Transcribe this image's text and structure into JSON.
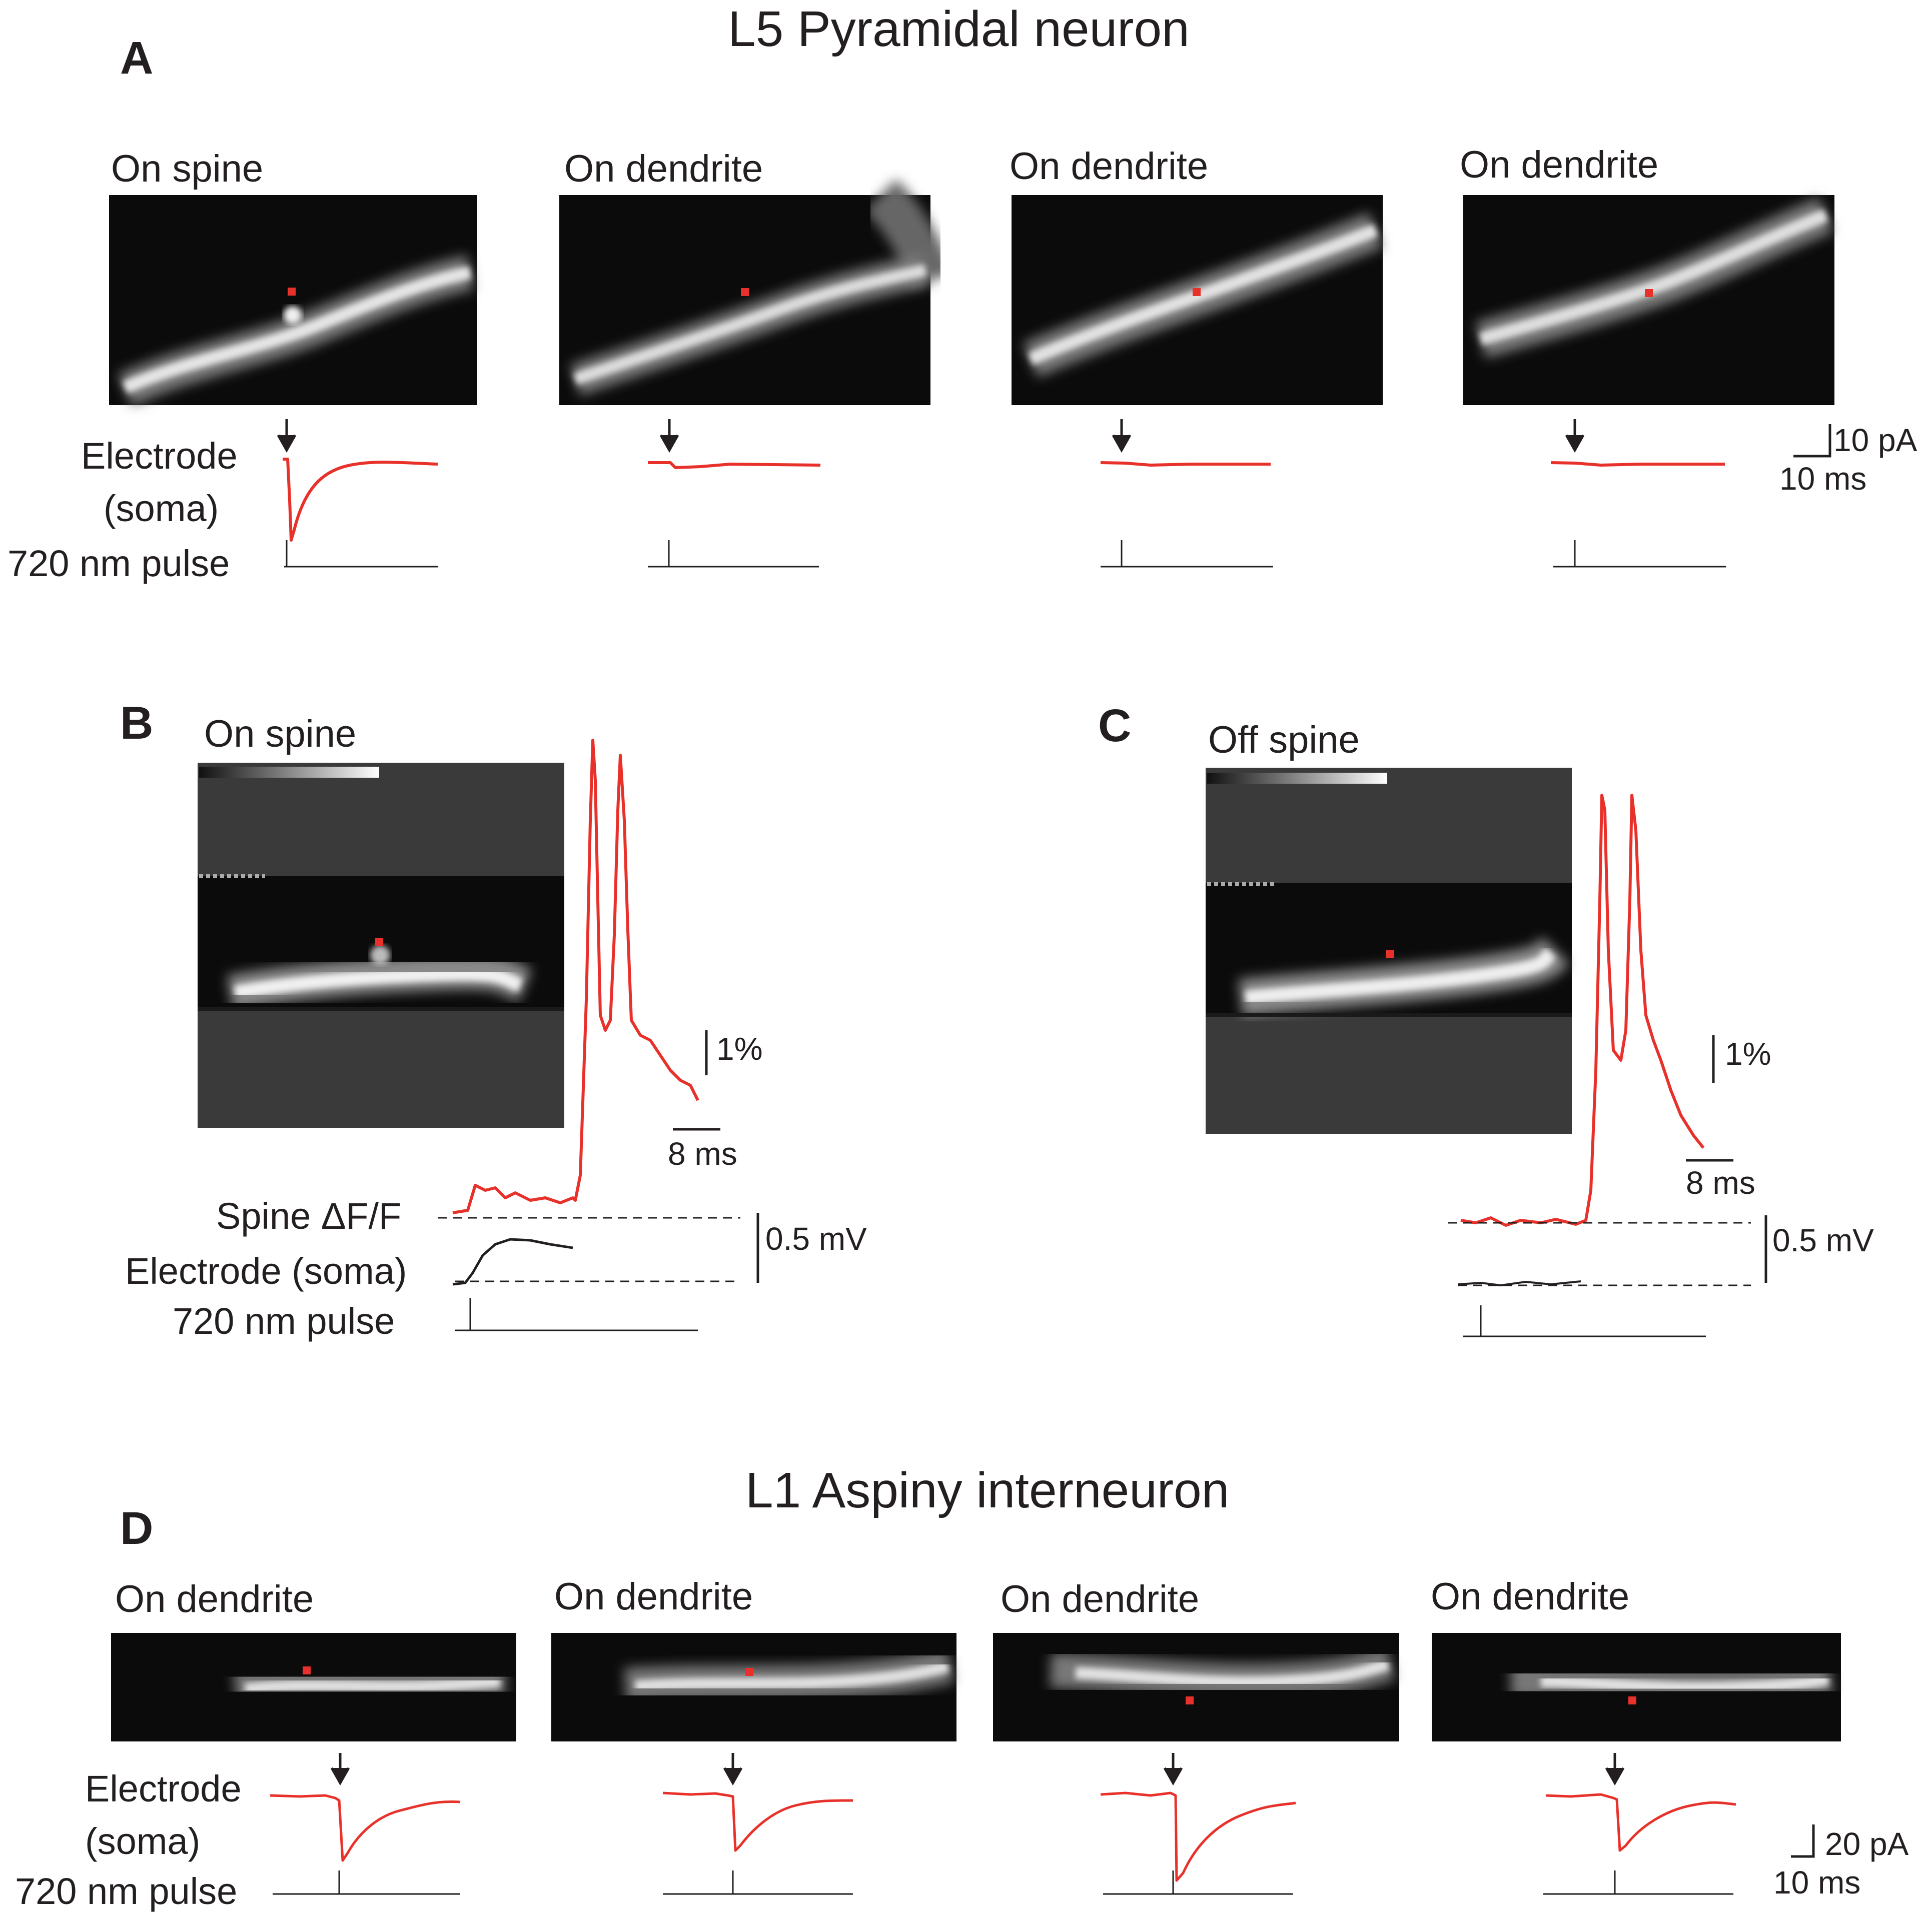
{
  "figure": {
    "title_top": "L5 Pyramidal neuron",
    "title_bottom": "L1 Aspiny interneuron",
    "trace_color": "#e8312a",
    "electrode_color_B": "#231f20",
    "marker_color": "#e8312a"
  },
  "panelA": {
    "letter": "A",
    "captions": [
      "On spine",
      "On dendrite",
      "On dendrite",
      "On dendrite"
    ],
    "labels": {
      "electrode": "Electrode",
      "soma": "(soma)",
      "pulse": "720 nm pulse"
    },
    "scale": {
      "current": "10 pA",
      "time": "10 ms"
    }
  },
  "panelB": {
    "letter": "B",
    "caption": "On spine",
    "labels": {
      "spine": "Spine  ΔF/F",
      "electrode": "Electrode (soma)",
      "pulse": "720 nm pulse"
    },
    "scale": {
      "fluor": "1%",
      "time": "8 ms",
      "voltage": "0.5 mV"
    }
  },
  "panelC": {
    "letter": "C",
    "caption": "Off spine",
    "scale": {
      "fluor": "1%",
      "time": "8 ms",
      "voltage": "0.5 mV"
    }
  },
  "panelD": {
    "letter": "D",
    "captions": [
      "On dendrite",
      "On dendrite",
      "On dendrite",
      "On dendrite"
    ],
    "labels": {
      "electrode": "Electrode",
      "soma": "(soma)",
      "pulse": "720 nm pulse"
    },
    "scale": {
      "current": "20 pA",
      "time": "10 ms"
    }
  }
}
